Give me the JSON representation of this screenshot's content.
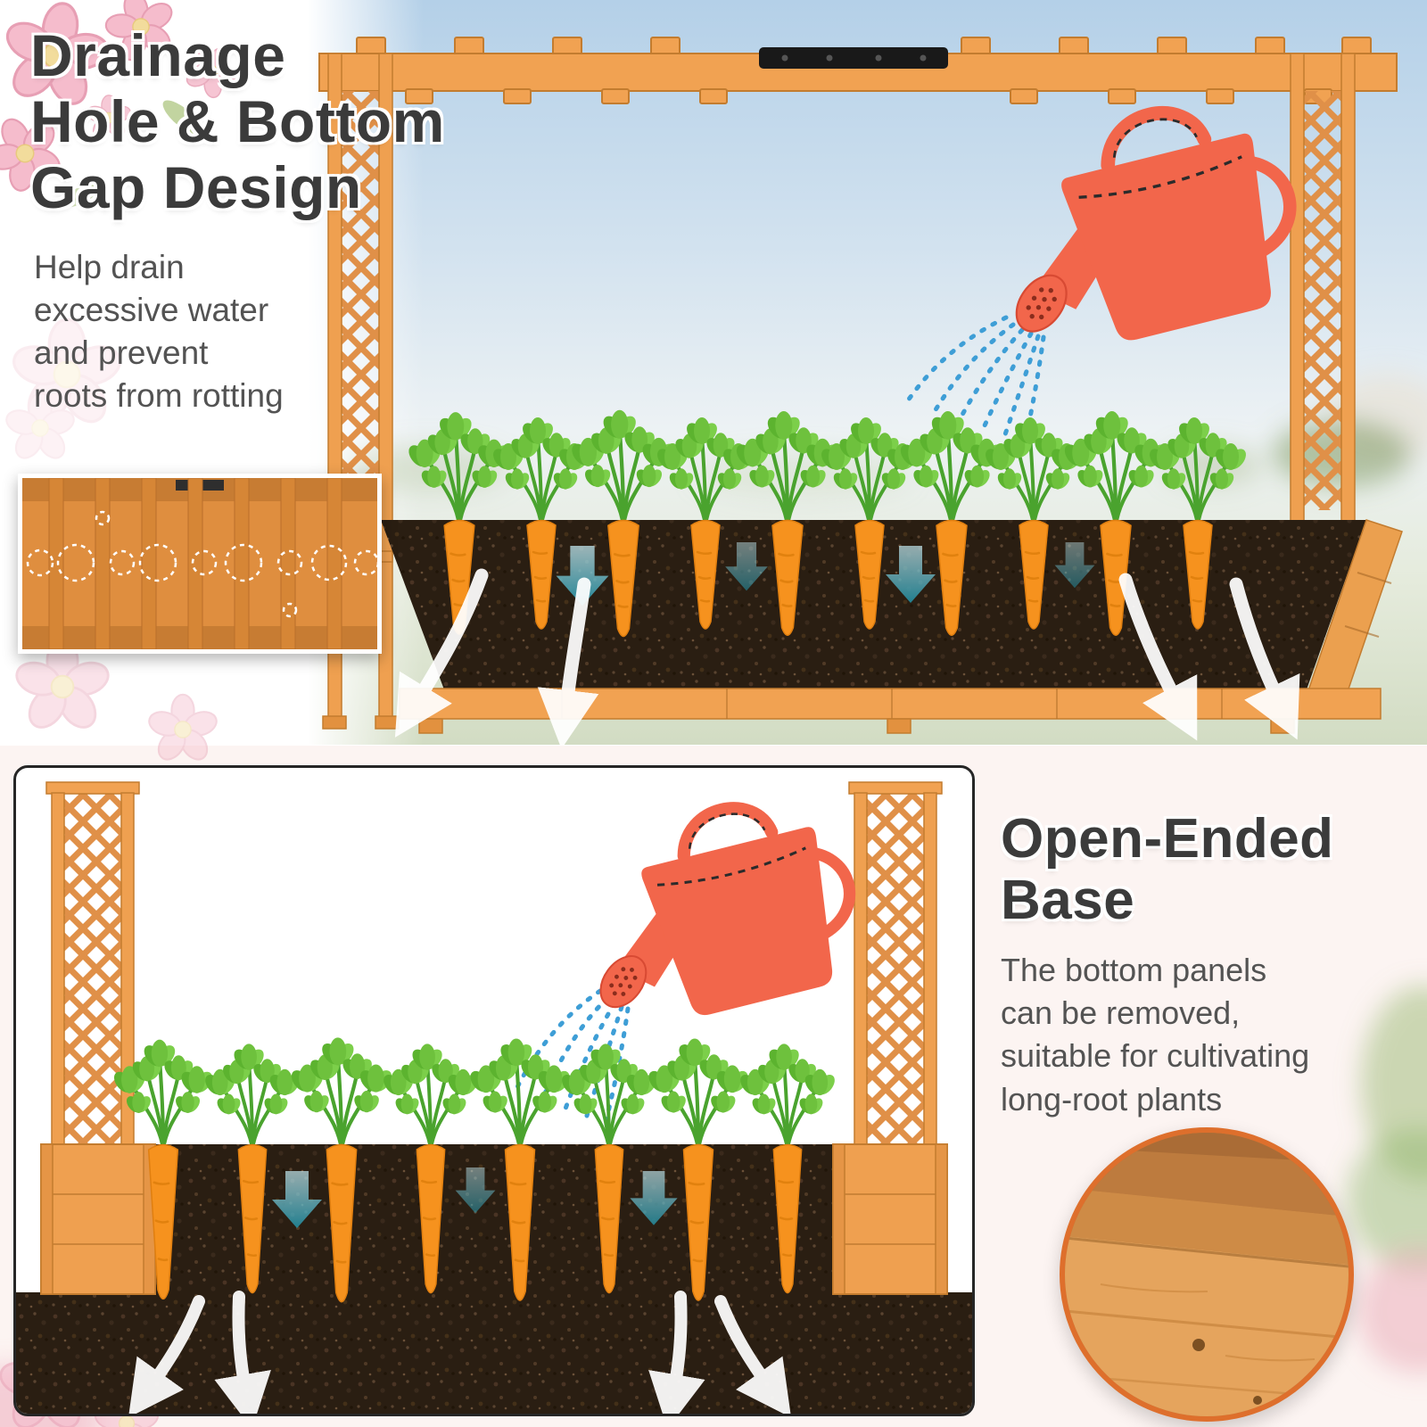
{
  "top_section": {
    "title": [
      "Drainage",
      "Hole & Bottom",
      "Gap Design"
    ],
    "description": "Help drain\nexcessive water\nand prevent\nroots from rotting"
  },
  "bottom_section": {
    "title": [
      "Open-Ended",
      "Base"
    ],
    "description": "The bottom panels\ncan be removed,\nsuitable for cultivating\nlong-root plants"
  },
  "icons": {
    "watering_can": "watering-can-icon",
    "carrot": "carrot-icon",
    "water_drops": "water-drops-icon",
    "drainage_arrow_teal": "drainage-arrow-teal-icon",
    "drainage_arrow_white": "drainage-arrow-white-icon",
    "drainage_holes": "drainage-hole-markers",
    "floral": "floral-decoration"
  },
  "colors": {
    "accent_orange": "#F2664B",
    "wood": "#F1A252",
    "wood_dark": "#C37C2F",
    "carrot_orange": "#F6921E",
    "leaf_green": "#6EC13D",
    "soil_brown": "#261B11",
    "water_blue": "#3E9ED6",
    "arrow_teal": "#2D9FB5",
    "heading_text": "#3B3B3B",
    "body_text": "#535353",
    "floral_pink": "#F5BCCC"
  }
}
